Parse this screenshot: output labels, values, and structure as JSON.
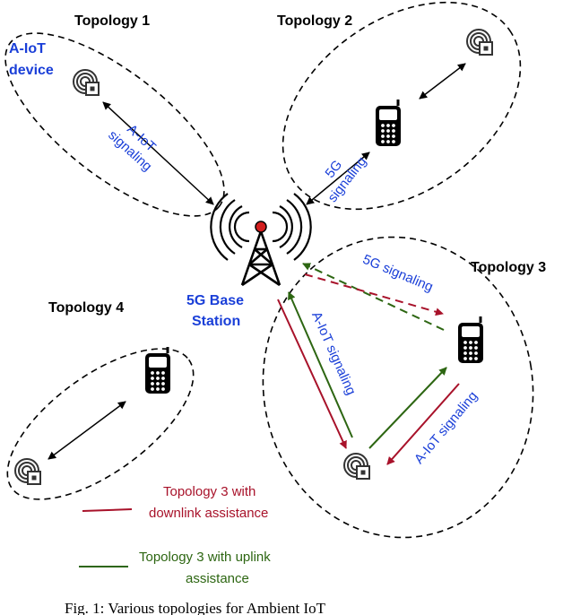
{
  "labels": {
    "topology1": "Topology 1",
    "topology2": "Topology 2",
    "topology3": "Topology 3",
    "topology4": "Topology 4",
    "aiot_device_line1": "A-IoT",
    "aiot_device_line2": "device",
    "base_station_line1": "5G Base",
    "base_station_line2": "Station",
    "t1_signal_line1": "A-IoT",
    "t1_signal_line2": "signaling",
    "t2_signal_line1": "5G",
    "t2_signal_line2": "signaling",
    "t3_5g_signal": "5G signaling",
    "t3_aiot_left": "A-IoT signaling",
    "t3_aiot_right": "A-IoT signaling"
  },
  "legend": {
    "downlink_line1": "Topology 3 with",
    "downlink_line2": "downlink assistance",
    "uplink_line1": "Topology 3 with uplink",
    "uplink_line2": "assistance"
  },
  "caption": "Fig. 1: Various topologies for Ambient IoT",
  "colors": {
    "blue": "#1a3fd8",
    "downlink_red": "#a8122a",
    "uplink_green": "#2d6612"
  }
}
